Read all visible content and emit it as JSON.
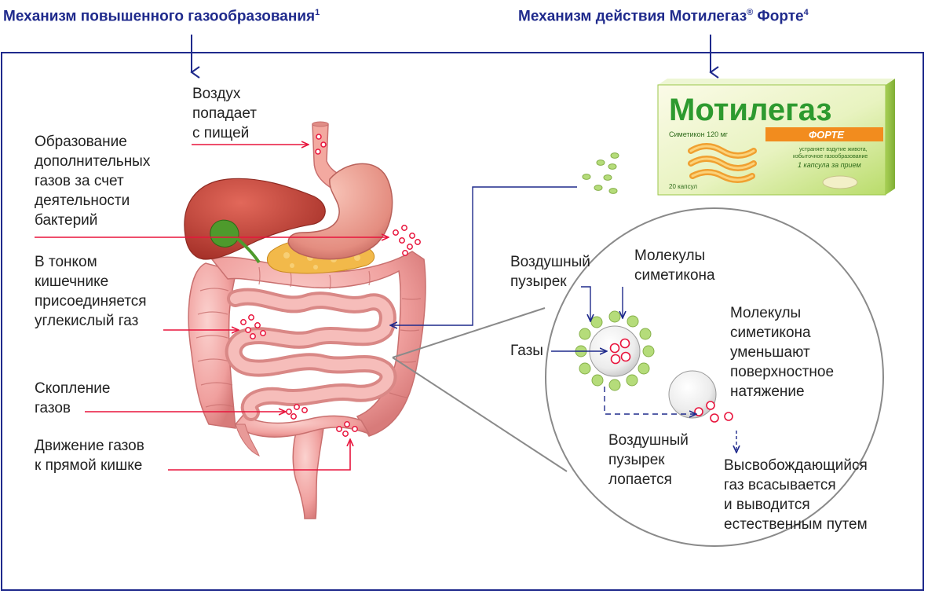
{
  "titles": {
    "left": "Механизм повышенного газообразования",
    "left_sup": "1",
    "right": "Механизм действия Мотилегаз",
    "right_reg": "®",
    "right_tail": " Форте",
    "right_sup": "4"
  },
  "labels": {
    "air": "Воздух\nпопадает\nс пищей",
    "bacteria": "Образование\nдополнительных\nгазов за счет\nдеятельности\nбактерий",
    "co2": "В тонком\nкишечнике\nприсоединяется\nуглекислый газ",
    "accum": "Скопление\nгазов",
    "movement": "Движение газов\nк прямой кишке",
    "air_bubble": "Воздушный\nпузырек",
    "simeticone": "Молекулы\nсиметикона",
    "gases": "Газы",
    "tension": "Молекулы\nсиметикона\nуменьшают\nповерхностное\nнатяжение",
    "burst": "Воздушный\nпузырек\nлопается",
    "release": "Высвобождающийся\nгаз всасывается\nи выводится\nестественным путем"
  },
  "product": {
    "brand": "Мотилегаз",
    "variant": "ФОРТЕ",
    "dose": "Симетикон 120 мг",
    "claim_line1": "устраняет вздутие живота,",
    "claim_line2": "избыточное газообразование",
    "usage": "1 капсула за прием",
    "count": "20 капсул"
  },
  "colors": {
    "title": "#1f2a8c",
    "pointer_red": "#e8143c",
    "pointer_blue": "#1f2a8c",
    "intestine": "#f2a6a4",
    "stomach": "#eb9a8c",
    "liver": "#c8453a",
    "molecule": "#b5dc7a",
    "brand_green": "#2d9a2f",
    "forte_orange": "#f28c1e"
  }
}
